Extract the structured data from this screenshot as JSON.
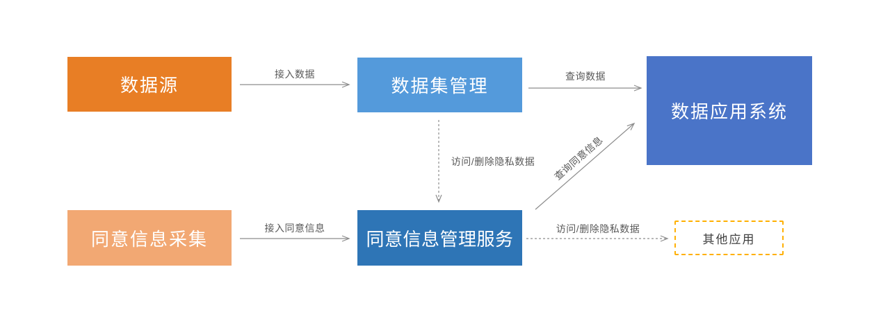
{
  "diagram": {
    "colors": {
      "canvas_bg": "#FFFFFF",
      "arrow": "#8C8C8C",
      "edge_label": "#595959"
    },
    "nodes": {
      "data_source": {
        "label": "数据源",
        "fill": "#E87E25",
        "text_color": "#FFFFFF"
      },
      "dataset_management": {
        "label": "数据集管理",
        "fill": "#549ADB",
        "text_color": "#FFFFFF"
      },
      "data_application_system": {
        "label": "数据应用系统",
        "fill": "#4A74C8",
        "text_color": "#FFFFFF"
      },
      "consent_collection": {
        "label": "同意信息采集",
        "fill": "#F2A873",
        "text_color": "#FFFFFF"
      },
      "consent_management_service": {
        "label": "同意信息管理服务",
        "fill": "#2E75B6",
        "text_color": "#FFFFFF"
      },
      "other_applications": {
        "label": "其他应用",
        "fill": "#FFFFFF",
        "border_color": "#FFB000",
        "text_color": "#404040"
      }
    },
    "edges": {
      "access_data": {
        "label": "接入数据",
        "from": "data_source",
        "to": "dataset_management",
        "style": "solid"
      },
      "query_data": {
        "label": "查询数据",
        "from": "dataset_management",
        "to": "data_application_system",
        "style": "solid"
      },
      "access_delete_private_data_down": {
        "label": "访问/删除隐私数据",
        "from": "dataset_management",
        "to": "consent_management_service",
        "style": "dashed"
      },
      "access_consent_info": {
        "label": "接入同意信息",
        "from": "consent_collection",
        "to": "consent_management_service",
        "style": "solid"
      },
      "query_consent_info": {
        "label": "查询同意信息",
        "from": "consent_management_service",
        "to": "data_application_system",
        "style": "solid"
      },
      "access_delete_private_data_right": {
        "label": "访问/删除隐私数据",
        "from": "consent_management_service",
        "to": "other_applications",
        "style": "dashed"
      }
    }
  }
}
